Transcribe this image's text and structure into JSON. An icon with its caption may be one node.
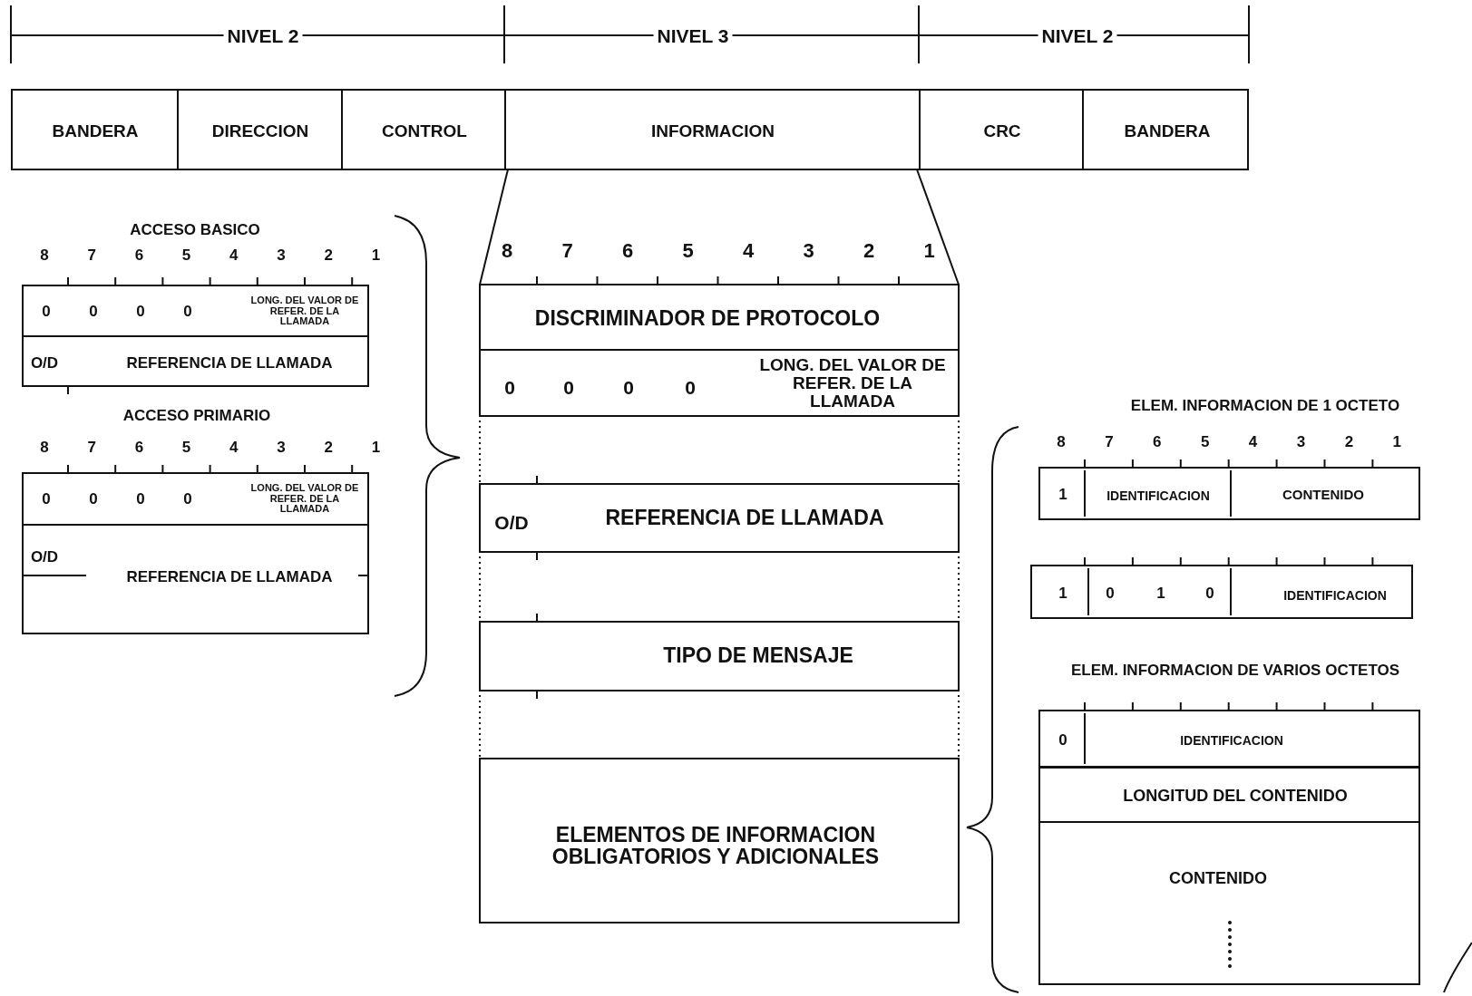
{
  "diagram": {
    "nodes": [
      {
        "text": [
          "BANDERA"
        ]
      },
      {
        "text": [
          "DIRECCION"
        ]
      },
      {
        "text": [
          "CONTROL"
        ]
      },
      {
        "text": [
          "INFORMACION"
        ]
      },
      {
        "text": [
          "CRC"
        ]
      },
      {
        "text": [
          "BANDERA"
        ]
      },
      {
        "text": [
          "0",
          "0",
          "0",
          "0",
          "LONG. DEL VALOR DE REFER. DE LA LLAMADA"
        ]
      },
      {
        "text": [
          "O/D",
          "REFERENCIA DE LLAMADA"
        ]
      },
      {
        "text": [
          "0",
          "0",
          "0",
          "0",
          "LONG. DEL VALOR DE REFER. DE LA LLAMADA"
        ]
      },
      {
        "text": [
          "O/D",
          "REFERENCIA DE LLAMADA"
        ]
      },
      {
        "text": [
          "DISCRIMINADOR DE PROTOCOLO"
        ]
      },
      {
        "text": [
          "0",
          "0",
          "0",
          "0",
          "LONG. DEL VALOR DE REFER. DE LA LLAMADA"
        ]
      },
      {
        "text": [
          "O/D",
          "REFERENCIA DE LLAMADA"
        ]
      },
      {
        "text": [
          "TIPO DE MENSAJE"
        ]
      },
      {
        "text": [
          "ELEMENTOS DE INFORMACION OBLIGATORIOS Y ADICIONALES"
        ]
      },
      {
        "text": [
          "1",
          "IDENTIFICACION",
          "CONTENIDO"
        ]
      },
      {
        "text": [
          "1",
          "0",
          "1",
          "0",
          "IDENTIFICACION"
        ]
      },
      {
        "text": [
          "0",
          "IDENTIFICACION"
        ]
      },
      {
        "text": [
          "LONGITUD DEL CONTENIDO"
        ]
      },
      {
        "text": [
          "CONTENIDO"
        ]
      }
    ],
    "edges": [
      {
        "from": 3,
        "to": 10,
        "arrow": "none"
      },
      {
        "from": 3,
        "to": 10,
        "arrow": "none"
      }
    ],
    "labels": [
      "NIVEL 2",
      "NIVEL 3",
      "NIVEL 2",
      "ACCESO BASICO",
      "8",
      "7",
      "6",
      "5",
      "4",
      "3",
      "2",
      "1",
      "8",
      "7",
      "6",
      "5",
      "4",
      "3",
      "2",
      "1",
      "ACCESO PRIMARIO",
      "8",
      "7",
      "6",
      "5",
      "4",
      "3",
      "2",
      "1",
      "ELEM. INFORMACION DE 1 OCTETO",
      "8",
      "7",
      "6",
      "5",
      "4",
      "3",
      "2",
      "1",
      "ELEM. INFORMACION DE VARIOS OCTETOS"
    ]
  }
}
